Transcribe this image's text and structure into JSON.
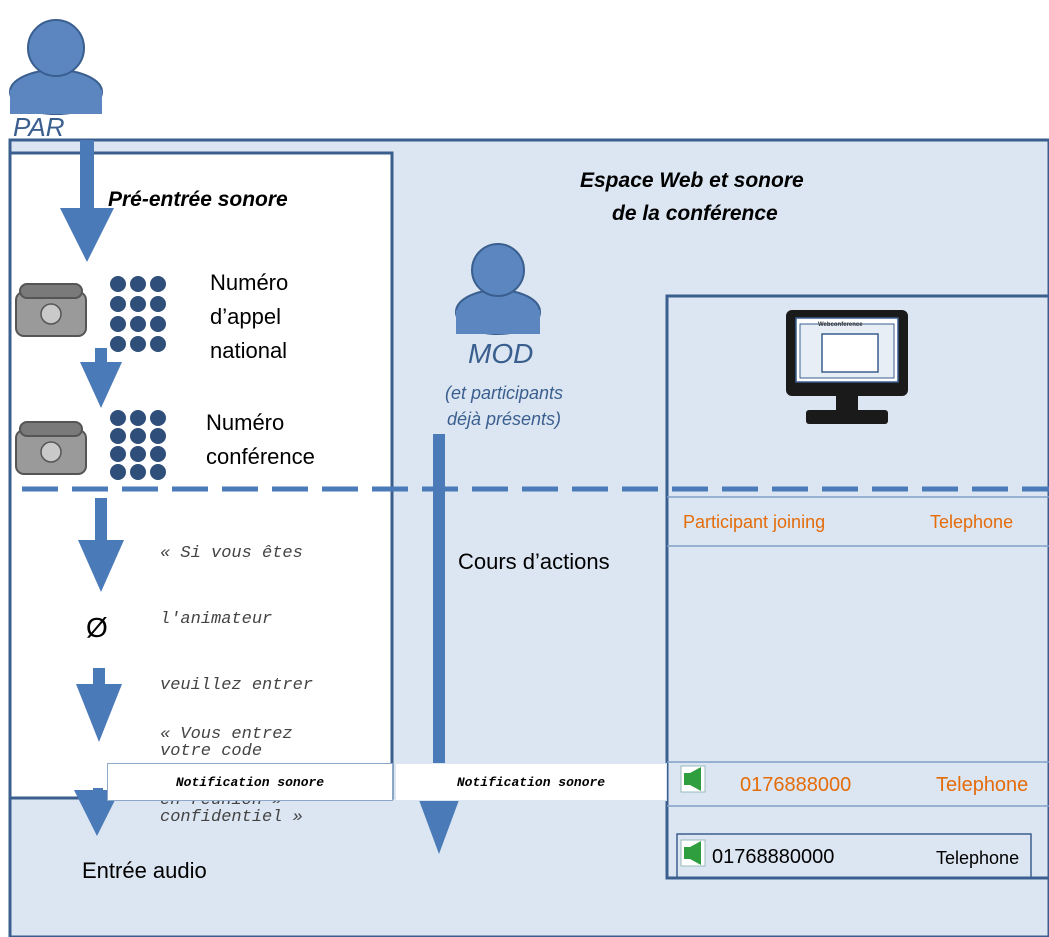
{
  "colors": {
    "frame": "#3a5f8f",
    "arrow": "#4a7ab8",
    "area_bg": "#dce6f2",
    "orange": "#e46c0a"
  },
  "par": {
    "label": "PAR",
    "icon": "person-icon"
  },
  "mod": {
    "label": "MOD",
    "note_line1": "(et participants",
    "note_line2": "déjà présents)",
    "icon": "person-icon"
  },
  "pre_entry": {
    "title": "Pré-entrée sonore"
  },
  "conference_space": {
    "title_line1": "Espace Web et sonore",
    "title_line2": "de la conférence"
  },
  "steps": {
    "national": {
      "line1": "Numéro",
      "line2": "d’appel",
      "line3": "national",
      "phone_icon": "telephone-icon",
      "keypad_icon": "keypad-icon"
    },
    "conference": {
      "line1": "Numéro",
      "line2": "conférence",
      "phone_icon": "telephone-icon",
      "keypad_icon": "keypad-icon"
    },
    "prompt1": {
      "line1": "« Si vous êtes",
      "line2": "l'animateur",
      "line3": "veuillez entrer",
      "line4": "votre code",
      "line5": "confidentiel »"
    },
    "empty_symbol": "Ø",
    "prompt2": {
      "line1": "« Vous entrez",
      "line2": "en réunion »"
    },
    "audio_entry": "Entrée audio"
  },
  "actions_label": "Cours d’actions",
  "notifications": {
    "left": "Notification sonore",
    "right": "Notification sonore"
  },
  "web_panel": {
    "monitor_icon": "monitor-icon",
    "monitor_title": "Webconference",
    "joining_row": {
      "name": "Participant joining",
      "type": "Telephone"
    },
    "rows": [
      {
        "number": "0176888000",
        "type": "Telephone",
        "speaker_icon": "speaker-icon"
      },
      {
        "number": "01768880000",
        "type": "Telephone",
        "speaker_icon": "speaker-icon"
      }
    ]
  }
}
